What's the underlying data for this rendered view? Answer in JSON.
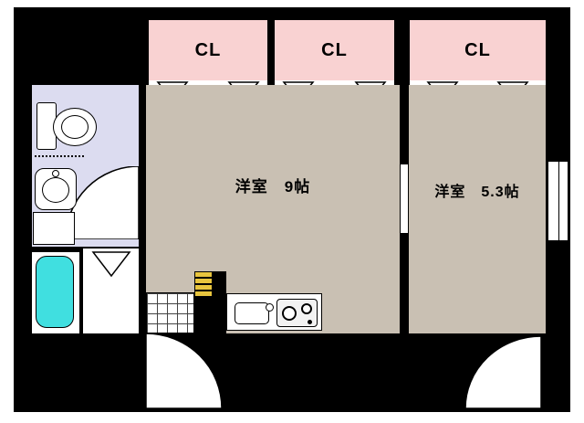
{
  "plan": {
    "closets": [
      {
        "label": "CL"
      },
      {
        "label": "CL"
      },
      {
        "label": "CL"
      }
    ],
    "rooms": {
      "main": {
        "label": "洋室　9帖"
      },
      "second": {
        "label": "洋室　5.3帖"
      }
    }
  },
  "colors": {
    "wall": "#000000",
    "closet_fill": "#f9d2d2",
    "room_fill": "#c9c0b3",
    "bath_fill": "#dcdcf0",
    "tub_fill": "#40dfe0",
    "counter_fill": "#e8c53e"
  }
}
